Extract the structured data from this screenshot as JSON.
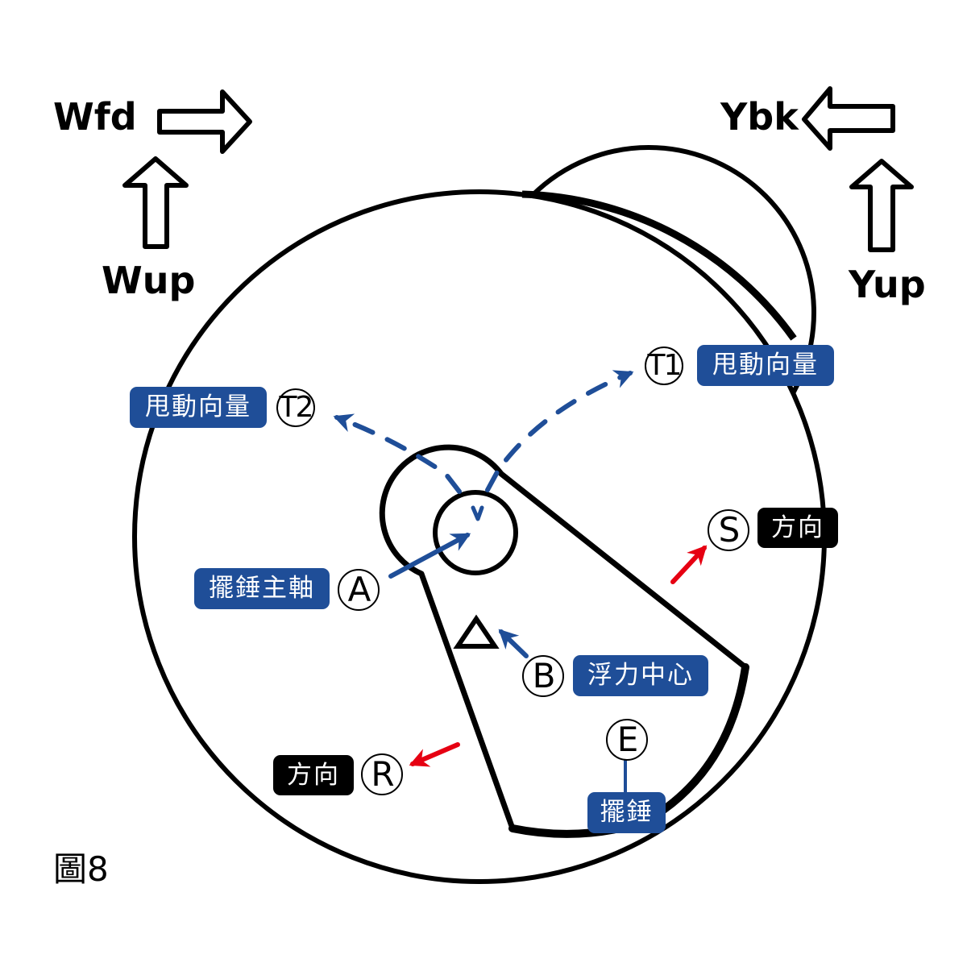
{
  "figure": {
    "caption": "圖8",
    "colors": {
      "accent_blue": "#1f4e98",
      "arrow_red": "#e60012",
      "line": "#000000",
      "tag_text": "#ffffff"
    }
  },
  "axes": {
    "wfd": {
      "label": "Wfd",
      "icon": "hollow-arrow-right"
    },
    "wup": {
      "label": "Wup",
      "icon": "hollow-arrow-up"
    },
    "ybk": {
      "label": "Ybk",
      "icon": "hollow-arrow-left"
    },
    "yup": {
      "label": "Yup",
      "icon": "hollow-arrow-up"
    }
  },
  "markers": {
    "t1": {
      "symbol": "T1",
      "tag": "甩動向量"
    },
    "t2": {
      "symbol": "T2",
      "tag": "甩動向量"
    },
    "a": {
      "symbol": "A",
      "tag": "擺錘主軸"
    },
    "b": {
      "symbol": "B",
      "tag": "浮力中心"
    },
    "s": {
      "symbol": "S",
      "tag": "方向"
    },
    "r": {
      "symbol": "R",
      "tag": "方向"
    },
    "e": {
      "symbol": "E",
      "tag": "擺錘"
    }
  }
}
